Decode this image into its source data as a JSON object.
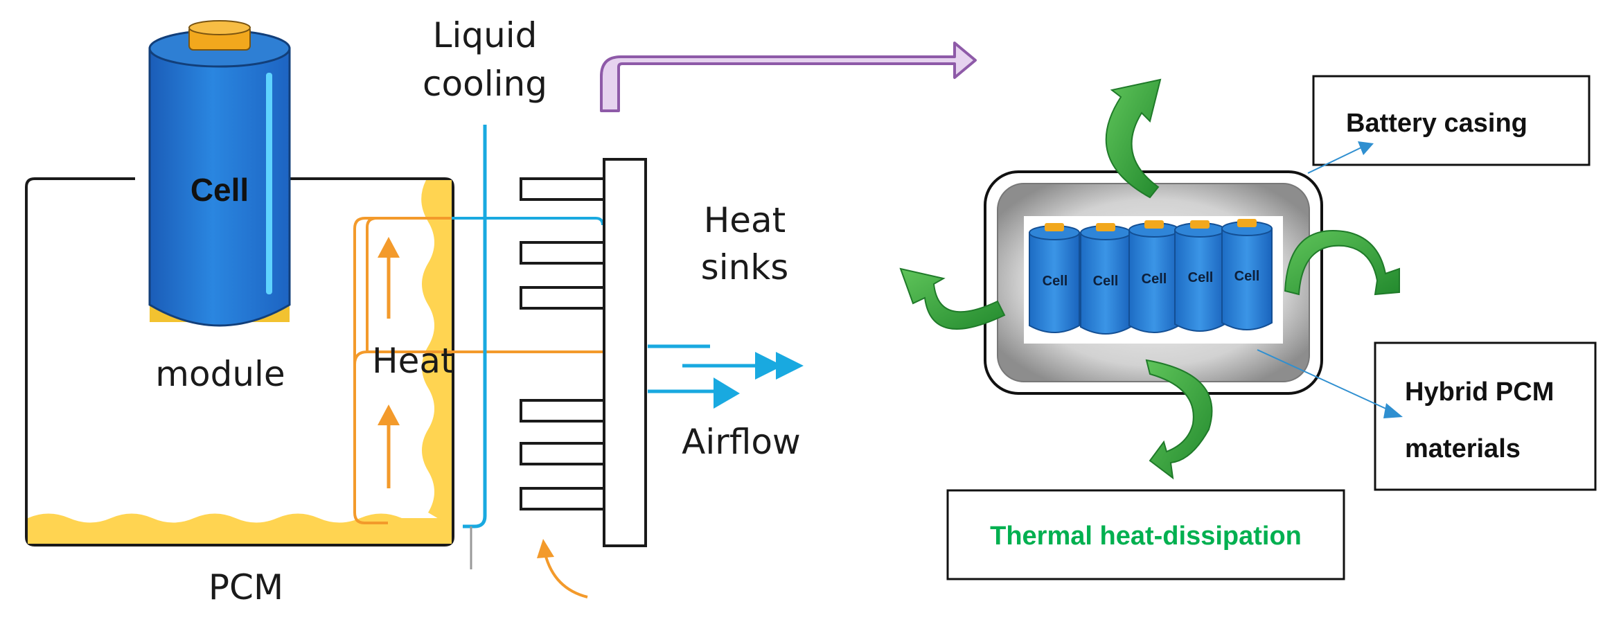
{
  "left_diagram": {
    "cell_label": "Cell",
    "module_label": "module",
    "liquid_cooling_line1": "Liquid",
    "liquid_cooling_line2": "cooling",
    "heat_label": "Heat",
    "heat_sinks_line1": "Heat",
    "heat_sinks_line2": "sinks",
    "airflow_label": "Airflow",
    "pcm_label": "PCM"
  },
  "right_diagram": {
    "cell_labels": [
      "Cell",
      "Cell",
      "Cell",
      "Cell",
      "Cell"
    ],
    "battery_casing_label": "Battery casing",
    "hybrid_pcm_line1": "Hybrid PCM",
    "hybrid_pcm_line2": "materials",
    "thermal_dissipation_label": "Thermal heat-dissipation"
  },
  "colors": {
    "cell_blue": "#1f78d1",
    "cell_cap": "#f2a81d",
    "pcm_yellow": "#ffd451",
    "heat_orange": "#f39a2b",
    "coolant_cyan": "#19a9e0",
    "transition_arrow_purple": "#b07cc6",
    "dissipation_green": "#36a640",
    "dissipation_text_green": "#00b050"
  },
  "icons": {
    "transition": "bent-arrow-right-icon",
    "dissipation": "curved-arrow-icon",
    "airflow": "arrow-right-icon"
  }
}
